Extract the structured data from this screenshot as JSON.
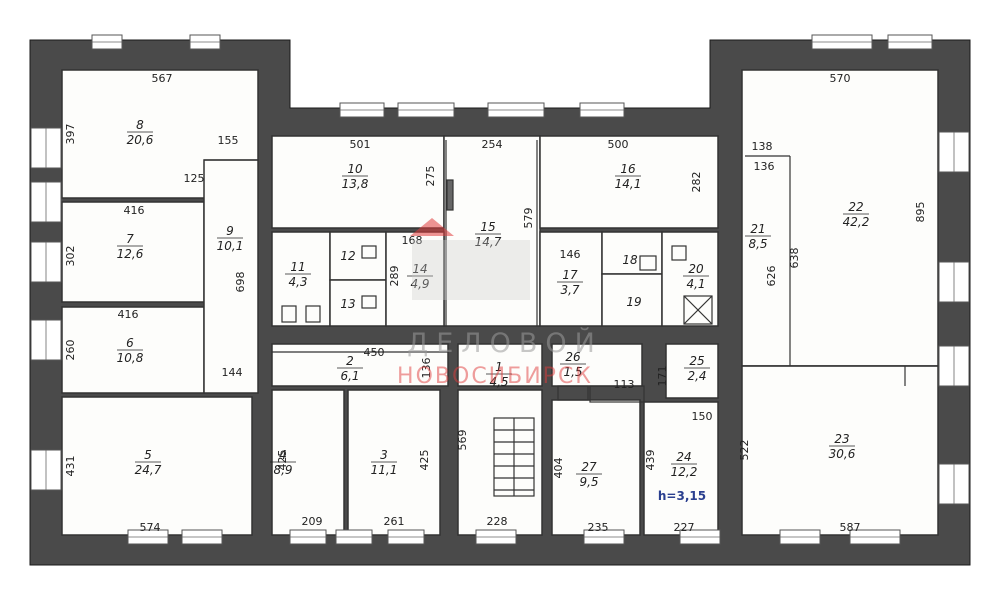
{
  "watermark": {
    "line1": "ДЕЛОВОЙ",
    "line2": "НОВОСИБИРСК"
  },
  "height_note": "h=3,15",
  "rooms": [
    {
      "id": "r8",
      "number": "8",
      "area": "20,6"
    },
    {
      "id": "r7",
      "number": "7",
      "area": "12,6"
    },
    {
      "id": "r6",
      "number": "6",
      "area": "10,8"
    },
    {
      "id": "r5",
      "number": "5",
      "area": "24,7"
    },
    {
      "id": "r9",
      "number": "9",
      "area": "10,1"
    },
    {
      "id": "r10",
      "number": "10",
      "area": "13,8"
    },
    {
      "id": "r11",
      "number": "11",
      "area": "4,3"
    },
    {
      "id": "r12",
      "number": "12",
      "area": ""
    },
    {
      "id": "r13",
      "number": "13",
      "area": ""
    },
    {
      "id": "r14",
      "number": "14",
      "area": "4,9"
    },
    {
      "id": "r15",
      "number": "15",
      "area": "14,7"
    },
    {
      "id": "r16",
      "number": "16",
      "area": "14,1"
    },
    {
      "id": "r17",
      "number": "17",
      "area": "3,7"
    },
    {
      "id": "r18",
      "number": "18",
      "area": ""
    },
    {
      "id": "r19",
      "number": "19",
      "area": ""
    },
    {
      "id": "r20",
      "number": "20",
      "area": "4,1"
    },
    {
      "id": "r21",
      "number": "21",
      "area": "8,5"
    },
    {
      "id": "r22",
      "number": "22",
      "area": "42,2"
    },
    {
      "id": "r23",
      "number": "23",
      "area": "30,6"
    },
    {
      "id": "r2",
      "number": "2",
      "area": "6,1"
    },
    {
      "id": "r1",
      "number": "1",
      "area": "4,5"
    },
    {
      "id": "r26",
      "number": "26",
      "area": "1,5"
    },
    {
      "id": "r25",
      "number": "25",
      "area": "2,4"
    },
    {
      "id": "r4",
      "number": "4",
      "area": "8,9"
    },
    {
      "id": "r3",
      "number": "3",
      "area": "11,1"
    },
    {
      "id": "r27",
      "number": "27",
      "area": "9,5"
    },
    {
      "id": "r24",
      "number": "24",
      "area": "12,2"
    }
  ],
  "dimensions_h": [
    "567",
    "155",
    "501",
    "254",
    "500",
    "570",
    "138",
    "136",
    "125",
    "416",
    "168",
    "416",
    "146",
    "450",
    "144",
    "113",
    "150",
    "574",
    "209",
    "261",
    "228",
    "235",
    "227",
    "587"
  ],
  "dimensions_v": [
    "397",
    "302",
    "698",
    "260",
    "431",
    "275",
    "579",
    "282",
    "289",
    "626",
    "638",
    "895",
    "136",
    "171",
    "425",
    "425",
    "569",
    "404",
    "439",
    "522"
  ]
}
